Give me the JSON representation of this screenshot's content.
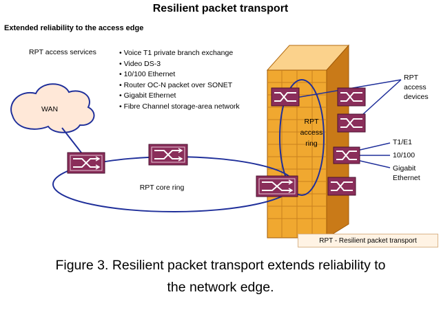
{
  "diagram": {
    "title": "Resilient packet transport",
    "subtitle": "Extended reliability to the access edge",
    "services_label": "RPT access services",
    "services": [
      "Voice T1 private branch exchange",
      "Video DS-3",
      "10/100 Ethernet",
      "Router OC-N packet over SONET",
      "Gigabit Ethernet",
      "Fibre Channel storage-area network"
    ],
    "wan_label": "WAN",
    "core_ring_label": "RPT core ring",
    "access_ring_label": [
      "RPT",
      "access",
      "ring"
    ],
    "access_devices_label": [
      "RPT",
      "access",
      "devices"
    ],
    "port_labels": [
      "T1/E1",
      "10/100",
      "Gigabit",
      "Ethernet"
    ],
    "legend": "RPT - Resilient packet transport",
    "caption": [
      "Figure 3. Resilient packet transport extends reliability to",
      "the network edge."
    ],
    "colors": {
      "building": "#f0a830",
      "switch": "#8a2e5a",
      "ring": "#1f2f9a",
      "cloud": "#ffe8d8"
    }
  }
}
